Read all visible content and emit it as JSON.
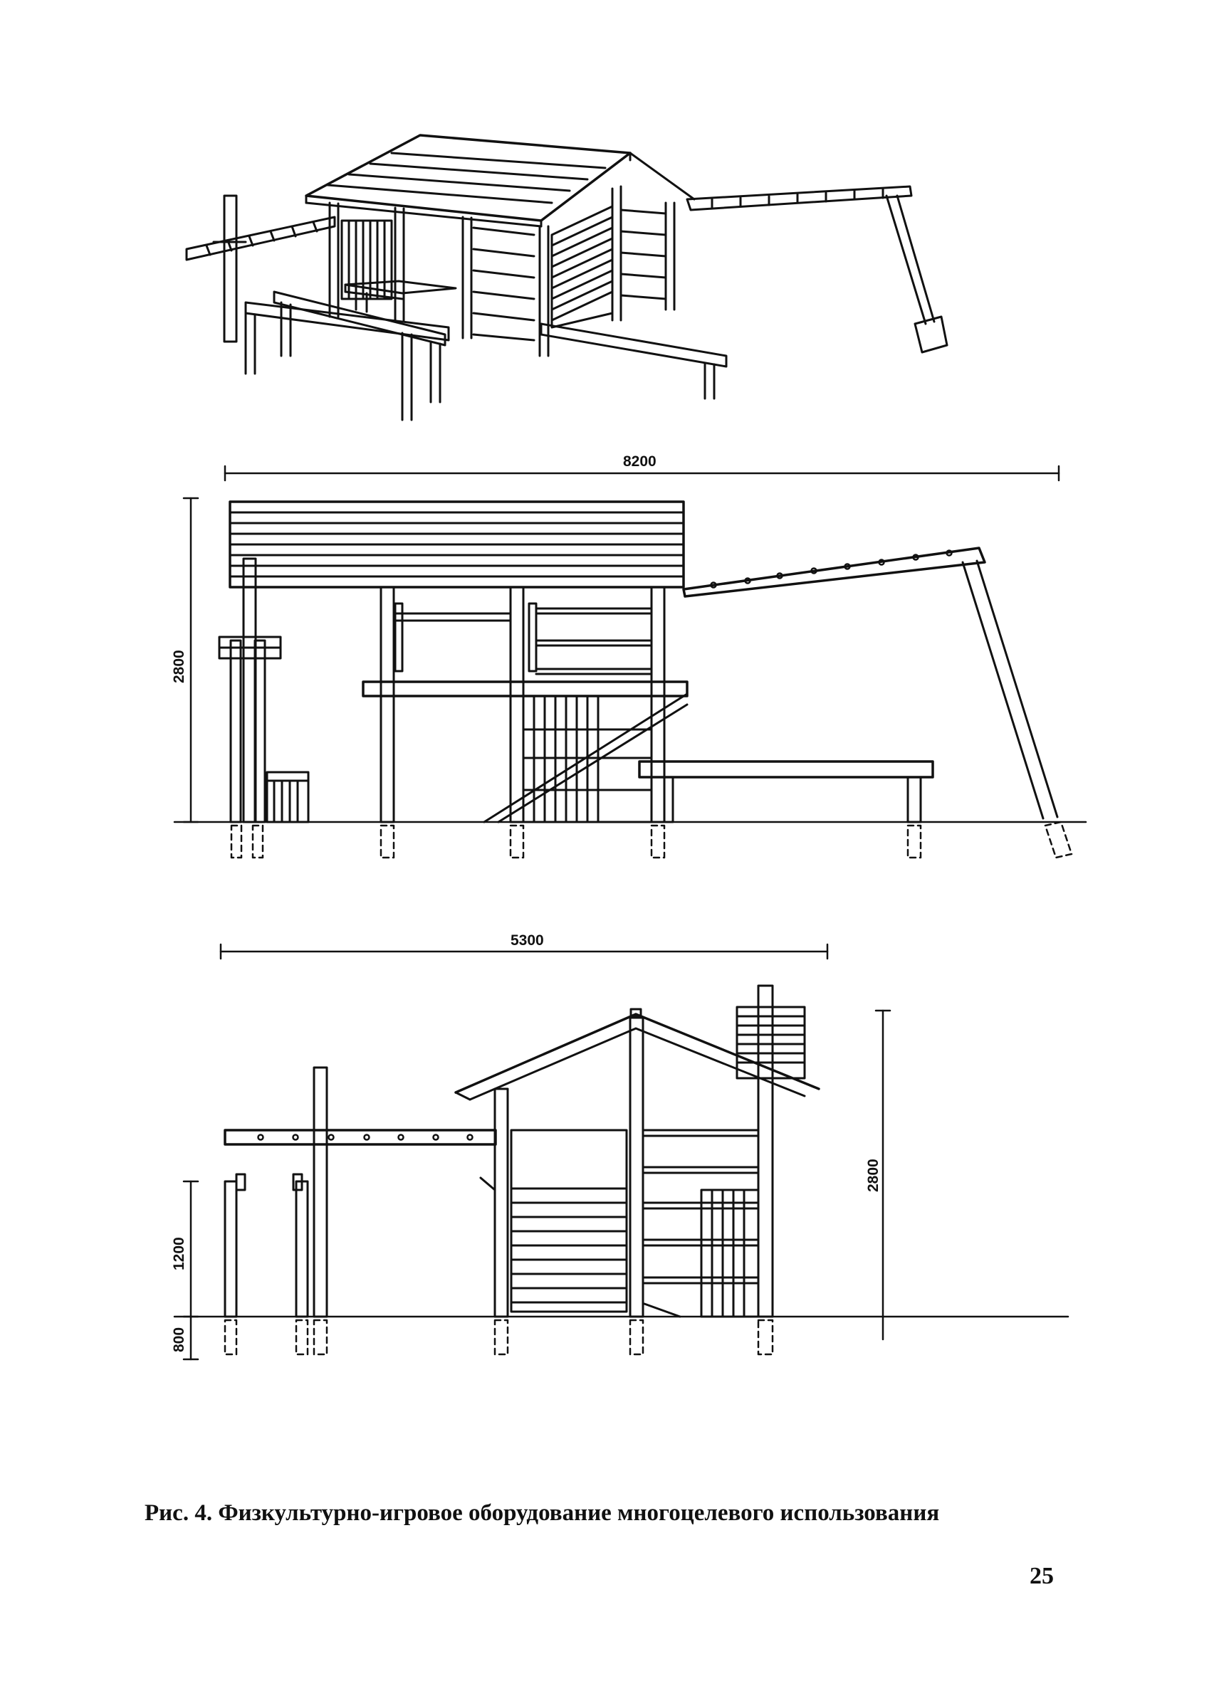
{
  "figure": {
    "caption": "Рис. 4. Физкультурно-игровое оборудование многоцелевого использования",
    "page_number": "25"
  },
  "views": {
    "perspective": {},
    "front_elevation": {
      "width_dimension": "8200",
      "height_dimension": "2800"
    },
    "side_elevation": {
      "width_dimension": "5300",
      "height_dimension": "2800",
      "post_height_dimension": "1200",
      "footing_depth_dimension": "800"
    }
  }
}
